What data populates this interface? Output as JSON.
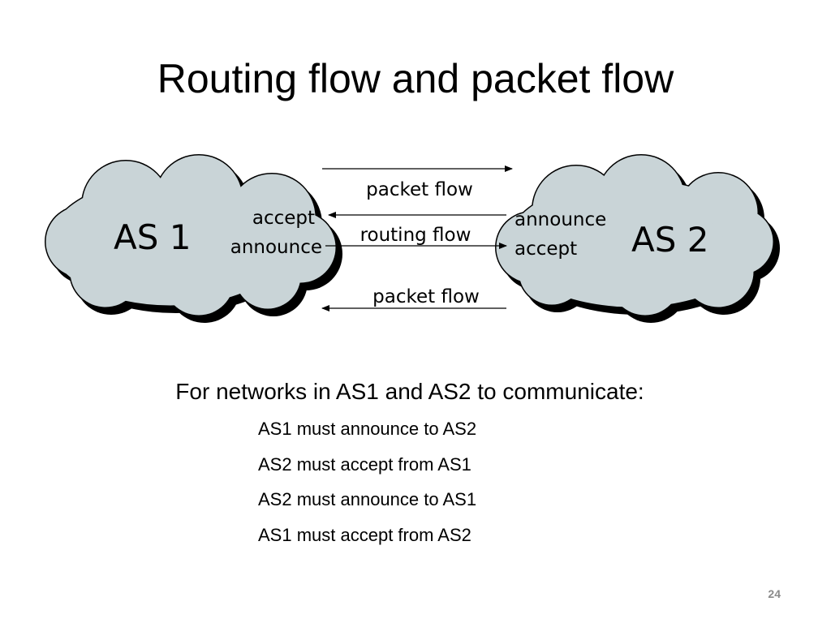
{
  "slide": {
    "title": "Routing flow and packet flow",
    "number": "24"
  },
  "diagram": {
    "as1": {
      "name": "AS 1",
      "labels": [
        "accept",
        "announce"
      ]
    },
    "as2": {
      "name": "AS 2",
      "labels": [
        "announce",
        "accept"
      ]
    },
    "flows": {
      "packet_flow_top": "packet flow",
      "routing_flow": "routing flow",
      "packet_flow_bottom": "packet flow"
    },
    "colors": {
      "cloud_fill": "#c9d4d7",
      "cloud_outline": "#000000",
      "cloud_shadow": "#000000"
    }
  },
  "body": {
    "lead": "For networks in AS1 and AS2 to communicate:",
    "requirements": [
      "AS1 must announce to AS2",
      "AS2 must accept from AS1",
      "AS2 must announce to AS1",
      "AS1 must accept from AS2"
    ]
  }
}
